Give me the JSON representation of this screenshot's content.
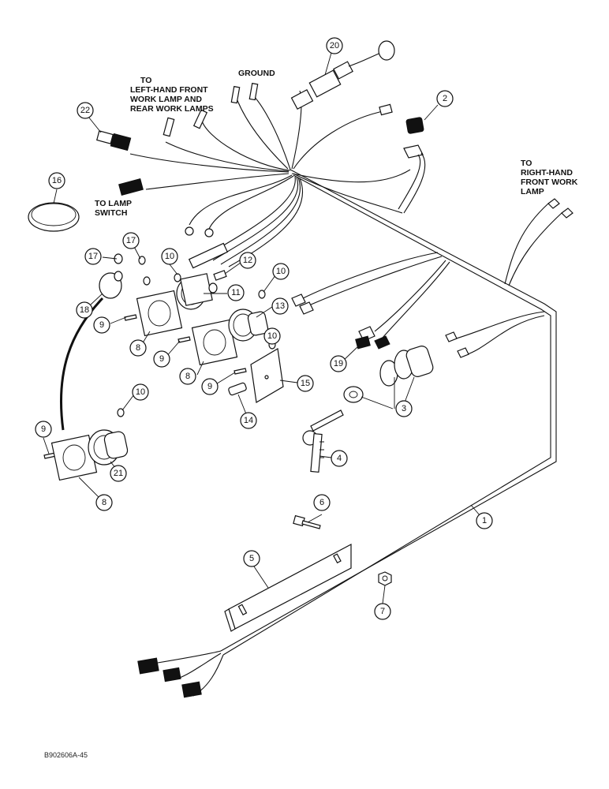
{
  "labels": {
    "left_hand_lamps": [
      "TO",
      "LEFT-HAND FRONT",
      "WORK LAMP AND",
      "REAR WORK LAMPS"
    ],
    "ground": "GROUND",
    "lamp_switch": [
      "TO LAMP",
      "SWITCH"
    ],
    "right_hand_lamp": [
      "TO",
      "RIGHT-HAND",
      "FRONT WORK",
      "LAMP"
    ]
  },
  "figure_code": "B902606A-45",
  "callouts": [
    {
      "id": "c20",
      "text": "20"
    },
    {
      "id": "c2",
      "text": "2"
    },
    {
      "id": "c22",
      "text": "22"
    },
    {
      "id": "c16",
      "text": "16"
    },
    {
      "id": "c17a",
      "text": "17"
    },
    {
      "id": "c17b",
      "text": "17"
    },
    {
      "id": "c10a",
      "text": "10"
    },
    {
      "id": "c12",
      "text": "12"
    },
    {
      "id": "c10b",
      "text": "10"
    },
    {
      "id": "c11",
      "text": "11"
    },
    {
      "id": "c13",
      "text": "13"
    },
    {
      "id": "c18",
      "text": "18"
    },
    {
      "id": "c9a",
      "text": "9"
    },
    {
      "id": "c8a",
      "text": "8"
    },
    {
      "id": "c9b",
      "text": "9"
    },
    {
      "id": "c8b",
      "text": "8"
    },
    {
      "id": "c10c",
      "text": "10"
    },
    {
      "id": "c9c",
      "text": "9"
    },
    {
      "id": "c15",
      "text": "15"
    },
    {
      "id": "c19",
      "text": "19"
    },
    {
      "id": "c14",
      "text": "14"
    },
    {
      "id": "c3",
      "text": "3"
    },
    {
      "id": "c10d",
      "text": "10"
    },
    {
      "id": "c4",
      "text": "4"
    },
    {
      "id": "c9d",
      "text": "9"
    },
    {
      "id": "c21",
      "text": "21"
    },
    {
      "id": "c8c",
      "text": "8"
    },
    {
      "id": "c6",
      "text": "6"
    },
    {
      "id": "c1",
      "text": "1"
    },
    {
      "id": "c5",
      "text": "5"
    },
    {
      "id": "c7",
      "text": "7"
    }
  ]
}
